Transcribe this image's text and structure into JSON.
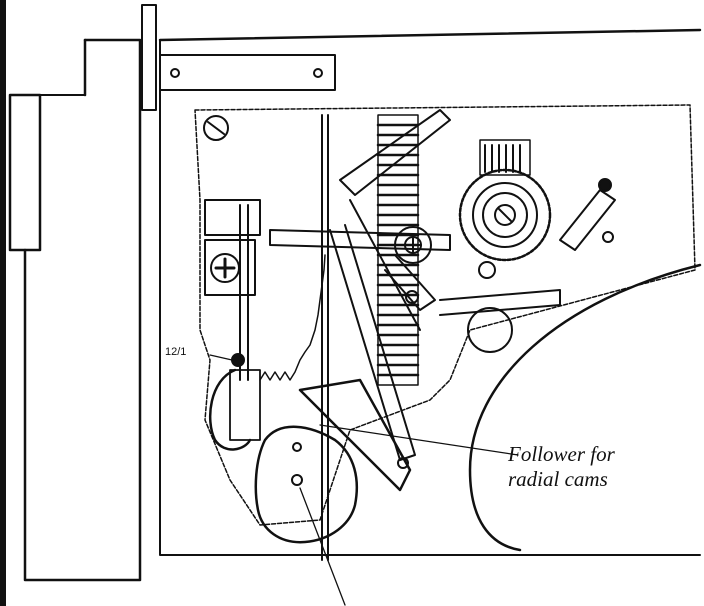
{
  "labels": {
    "part_ref": "12/1",
    "follower_line1": "Follower for",
    "follower_line2": "radial cams"
  }
}
